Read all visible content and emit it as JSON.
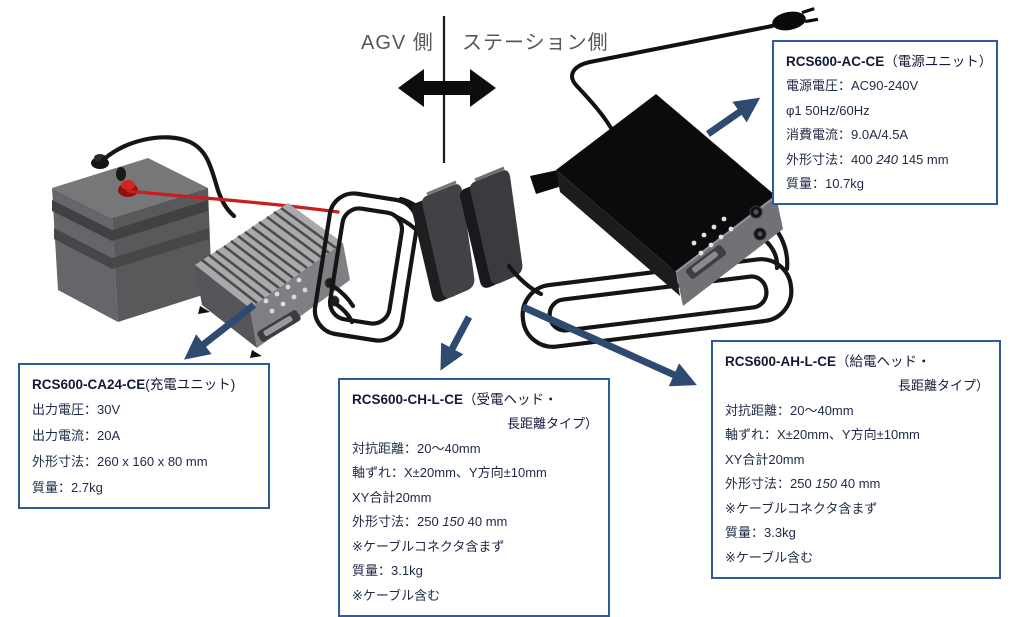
{
  "divider": {
    "left_label": "AGV 側",
    "right_label": "ステーション側"
  },
  "colors": {
    "box_border": "#2f5b9d",
    "box_text": "#1e2a45",
    "pointer_arrow": "#2e4a70",
    "cable_black": "#151515",
    "cable_red": "#c81e1e",
    "divider_label": "#58585a"
  },
  "spec_boxes": [
    {
      "id": "power-supply-unit",
      "model": "RCS600-AC-CE",
      "suffix": "（電源ユニット）",
      "suffix2": "",
      "lines": [
        "電源電圧：AC90-240V",
        "φ1 50Hz/60Hz",
        "消費電流：9.0A/4.5A",
        {
          "pre": "外形寸法：400 ",
          "italic": "240",
          "post": " 145 mm"
        },
        "質量：10.7kg"
      ]
    },
    {
      "id": "charge-unit",
      "model": "RCS600-CA24-CE",
      "suffix": "(充電ユニット)",
      "suffix2": "",
      "lines": [
        "出力電圧：30V",
        "出力電流：20A",
        "外形寸法：260 x 160 x 80 mm",
        "質量：2.7kg"
      ]
    },
    {
      "id": "receive-head",
      "model": "RCS600-CH-L-CE",
      "suffix": "（受電ヘッド・",
      "suffix2": "長距離タイプ）",
      "lines": [
        "対抗距離：20～40mm",
        "軸ずれ：X±20mm、Y方向±10mm",
        "XY合計20mm",
        {
          "pre": "外形寸法：250 ",
          "italic": "150",
          "post": " 40 mm"
        },
        "※ケーブルコネクタ含まず",
        "質量：3.1kg",
        "※ケーブル含む"
      ]
    },
    {
      "id": "feed-head",
      "model": "RCS600-AH-L-CE",
      "suffix": "（給電ヘッド・",
      "suffix2": "長距離タイプ）",
      "lines": [
        "対抗距離：20～40mm",
        "軸ずれ：X±20mm、Y方向±10mm",
        "XY合計20mm",
        {
          "pre": "外形寸法：250 ",
          "italic": "150",
          "post": " 40 mm"
        },
        "※ケーブルコネクタ含まず",
        "質量：3.3kg",
        "※ケーブル含む"
      ]
    }
  ]
}
